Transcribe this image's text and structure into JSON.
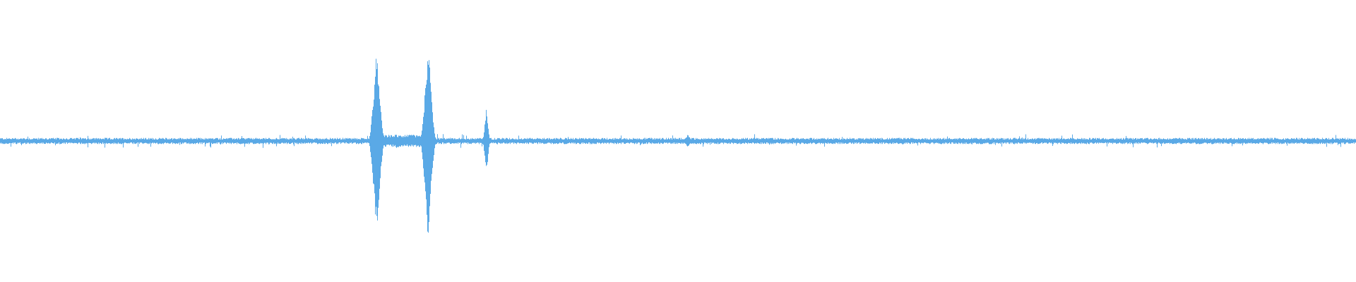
{
  "waveform": {
    "color": "#5aa9e6",
    "baseline_amplitude": 0.02,
    "events": [
      {
        "name": "spike-1",
        "position": 0.2775,
        "amplitude": 0.85,
        "width": 0.006
      },
      {
        "name": "spike-2",
        "position": 0.3155,
        "amplitude": 0.92,
        "width": 0.006
      },
      {
        "name": "spike-3",
        "position": 0.3585,
        "amplitude": 0.32,
        "width": 0.003
      },
      {
        "name": "bump-1",
        "position": 0.507,
        "amplitude": 0.06,
        "width": 0.004
      }
    ],
    "bridge": {
      "from": 0.28,
      "to": 0.315,
      "amplitude": 0.05
    }
  }
}
